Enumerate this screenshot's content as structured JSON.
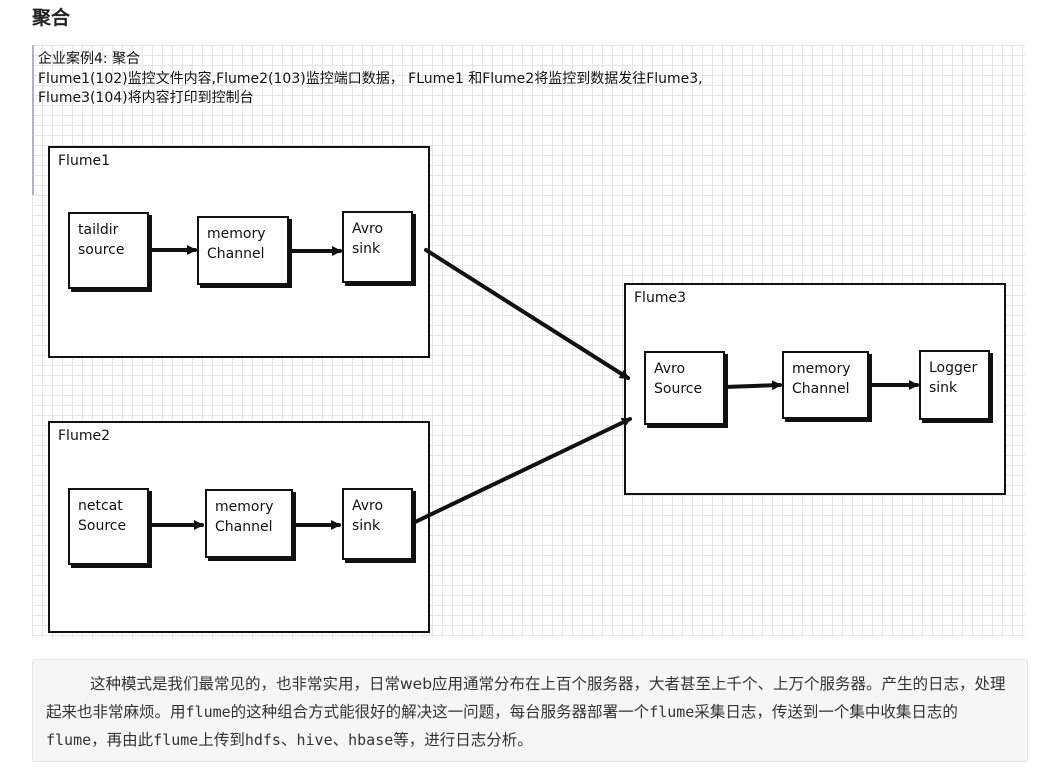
{
  "heading": "聚合",
  "diagram": {
    "caption": {
      "line1": "企业案例4: 聚合",
      "line2": "Flume1(102)监控文件内容,Flume2(103)监控端口数据， FLume1 和Flume2将监控到数据发往Flume3,",
      "line3": "Flume3(104)将内容打印到控制台"
    },
    "groups": {
      "flume1": {
        "label": "Flume1",
        "source": "taildir\nsource",
        "channel": "memory\nChannel",
        "sink": "Avro\nsink"
      },
      "flume2": {
        "label": "Flume2",
        "source": "netcat\nSource",
        "channel": "memory\nChannel",
        "sink": "Avro\nsink"
      },
      "flume3": {
        "label": "Flume3",
        "source": "Avro\nSource",
        "channel": "memory\nChannel",
        "sink": "Logger\nsink"
      }
    },
    "colors": {
      "line": "#111111",
      "grid": "#e6e6e6"
    }
  },
  "description": {
    "p1": "这种模式是我们最常见的，也非常实用，日常web应用通常分布在上百个服务器，大者甚至上千个、上万个服务器。产生的日志，处理起来也非常麻烦。用",
    "code1": "flume",
    "p2": "的这种组合方式能很好的解决这一问题，每台服务器部署一个",
    "code2": "flume",
    "p3": "采集日志，传送到一个集中收集日志的",
    "code3": "flume",
    "p4": "，再由此",
    "code4": "flume",
    "p5": "上传到",
    "code5": "hdfs",
    "p6": "、",
    "code6": "hive",
    "p7": "、",
    "code7": "hbase",
    "p8": "等，进行日志分析。"
  }
}
